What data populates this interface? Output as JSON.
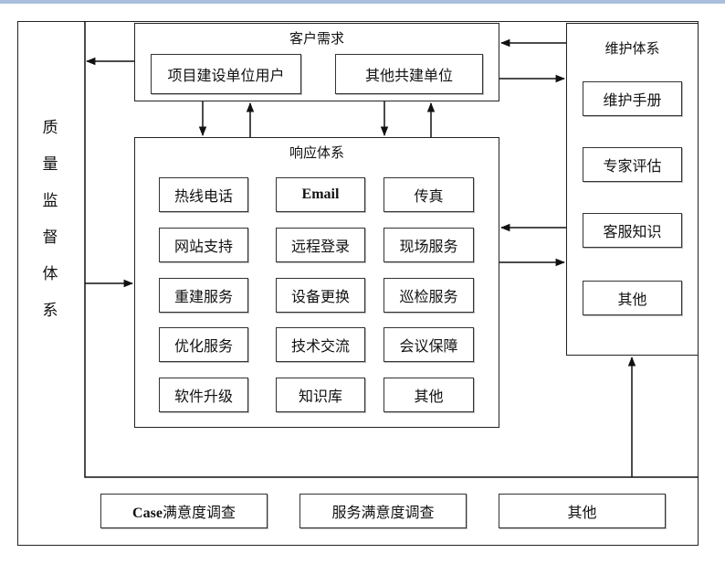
{
  "quality": {
    "title": "质量监督体系"
  },
  "customer": {
    "title": "客户需求",
    "items": [
      "项目建设单位用户",
      "其他共建单位"
    ]
  },
  "response": {
    "title": "响应体系",
    "items": [
      "热线电话",
      "Email",
      "传真",
      "网站支持",
      "远程登录",
      "现场服务",
      "重建服务",
      "设备更换",
      "巡检服务",
      "优化服务",
      "技术交流",
      "会议保障",
      "软件升级",
      "知识库",
      "其他"
    ]
  },
  "maintenance": {
    "title": "维护体系",
    "items": [
      "维护手册",
      "专家评估",
      "客服知识",
      "其他"
    ]
  },
  "survey": {
    "items": [
      "Case满意度调查",
      "服务满意度调查",
      "其他"
    ]
  }
}
